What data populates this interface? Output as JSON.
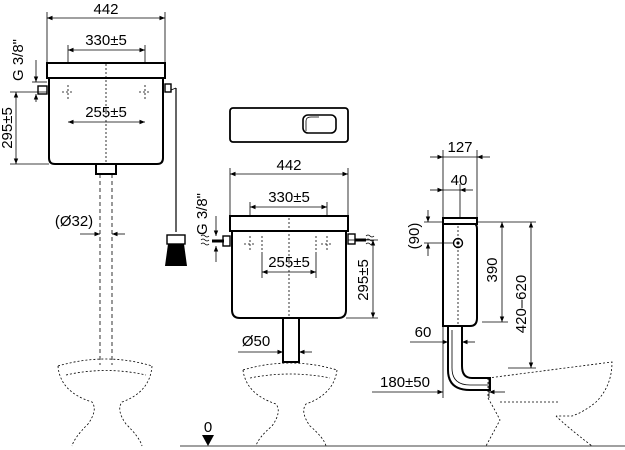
{
  "title": "",
  "left_view": {
    "width": "442",
    "hole_spacing": "330±5",
    "inner_spacing": "255±5",
    "thread": "G 3/8\"",
    "height": "295±5",
    "flush_pipe": "(Ø32)"
  },
  "middle_view": {
    "width": "442",
    "hole_spacing": "330±5",
    "inner_spacing": "255±5",
    "thread": "G 3/8\"",
    "height": "295±5",
    "outlet": "Ø50"
  },
  "right_view": {
    "depth": "127",
    "inner_depth": "40",
    "top_offset": "(90)",
    "cistern_height": "390",
    "mount_height": "420–620",
    "pipe_offset": "60",
    "wall_distance": "180±50"
  },
  "floor_level": "0"
}
